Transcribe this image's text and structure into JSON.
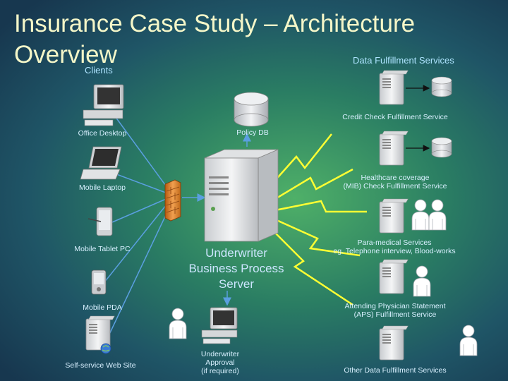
{
  "title": "Insurance Case Study – Architecture Overview",
  "headers": {
    "clients": "Clients",
    "data_fulfillment": "Data Fulfillment Services"
  },
  "clients": [
    "Office Desktop",
    "Mobile Laptop",
    "Mobile Tablet PC",
    "Mobile PDA",
    "Self-service Web Site"
  ],
  "policy_db": "Policy DB",
  "server": {
    "line1": "Underwriter",
    "line2": "Business Process",
    "line3": "Server"
  },
  "approval": {
    "line1": "Underwriter",
    "line2": "Approval",
    "line3": "(if required)"
  },
  "services": [
    {
      "line1": "Credit Check Fulfillment Service",
      "line2": ""
    },
    {
      "line1": "Healthcare coverage",
      "line2": "(MIB) Check Fulfillment Service"
    },
    {
      "line1": "Para-medical Services",
      "line2": "eg. Telephone interview, Blood-works"
    },
    {
      "line1": "Attending Physician Statement",
      "line2": "(APS) Fulfillment Service"
    },
    {
      "line1": "Other Data Fulfillment Services",
      "line2": ""
    }
  ],
  "colors": {
    "title": "#f4f6c8",
    "header": "#aee4ff",
    "arrow": "#5a9fe0",
    "lightning": "#ffff33",
    "firewall": "#e07820"
  },
  "icons": [
    "desktop-icon",
    "laptop-icon",
    "tablet-icon",
    "pda-icon",
    "web-server-icon",
    "database-icon",
    "server-icon",
    "person-icon",
    "firewall-icon",
    "lightning-icon"
  ]
}
